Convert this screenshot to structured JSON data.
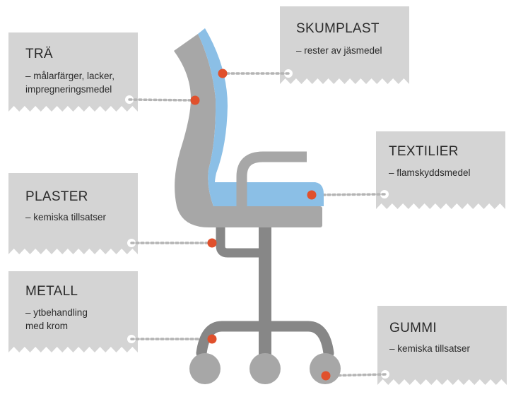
{
  "colors": {
    "card": "#d4d4d4",
    "frame": "#a7a7a7",
    "base": "#878787",
    "foam": "#8bbfe6",
    "marker": "#e0502c",
    "connector": "#b4b4b4",
    "text": "#2b2b2b"
  },
  "callouts": [
    {
      "id": "tra",
      "title": "TRÄ",
      "lines": [
        "– målarfärger, lacker,",
        "impregneringsmedel"
      ]
    },
    {
      "id": "skumplast",
      "title": "SKUMPLAST",
      "lines": [
        "– rester av jäsmedel"
      ]
    },
    {
      "id": "textilier",
      "title": "TEXTILIER",
      "lines": [
        "– flamskyddsmedel"
      ]
    },
    {
      "id": "plaster",
      "title": "PLASTER",
      "lines": [
        "– kemiska tillsatser"
      ]
    },
    {
      "id": "metall",
      "title": "METALL",
      "lines": [
        "– ytbehandling",
        "med krom"
      ]
    },
    {
      "id": "gummi",
      "title": "GUMMI",
      "lines": [
        "– kemiska tillsatser"
      ]
    }
  ]
}
